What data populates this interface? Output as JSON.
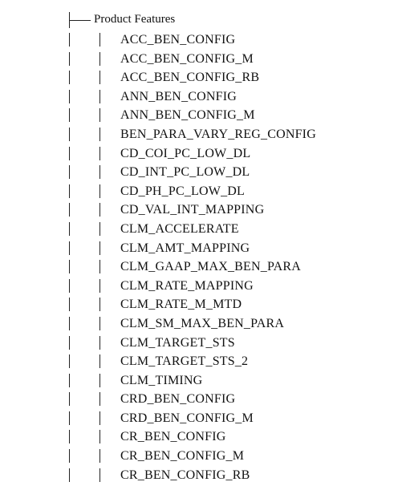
{
  "tree": {
    "root_label": "Product Features",
    "items": [
      "ACC_BEN_CONFIG",
      "ACC_BEN_CONFIG_M",
      "ACC_BEN_CONFIG_RB",
      "ANN_BEN_CONFIG",
      "ANN_BEN_CONFIG_M",
      "BEN_PARA_VARY_REG_CONFIG",
      "CD_COI_PC_LOW_DL",
      "CD_INT_PC_LOW_DL",
      "CD_PH_PC_LOW_DL",
      "CD_VAL_INT_MAPPING",
      "CLM_ACCELERATE",
      "CLM_AMT_MAPPING",
      "CLM_GAAP_MAX_BEN_PARA",
      "CLM_RATE_MAPPING",
      "CLM_RATE_M_MTD",
      "CLM_SM_MAX_BEN_PARA",
      "CLM_TARGET_STS",
      "CLM_TARGET_STS_2",
      "CLM_TIMING",
      "CRD_BEN_CONFIG",
      "CRD_BEN_CONFIG_M",
      "CR_BEN_CONFIG",
      "CR_BEN_CONFIG_M",
      "CR_BEN_CONFIG_RB"
    ]
  }
}
